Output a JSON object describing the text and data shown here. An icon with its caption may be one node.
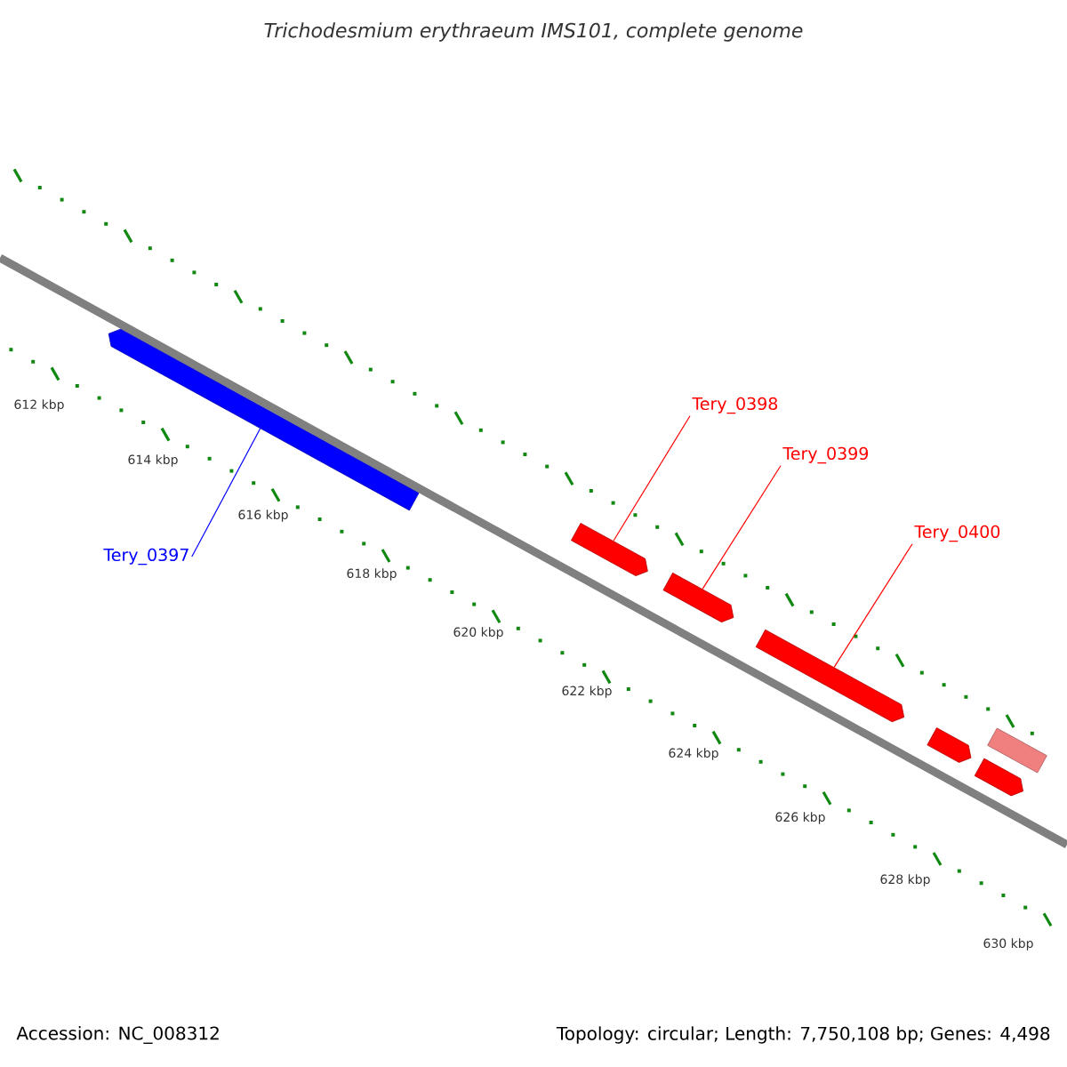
{
  "diagram": {
    "title": "Trichodesmium erythraeum IMS101, complete genome",
    "nodes": [
      {
        "text": [
          "Tery_0397"
        ]
      },
      {
        "text": [],
        "shape": "arrow"
      },
      {
        "text": [
          "Tery_0398"
        ]
      },
      {
        "text": [],
        "shape": "arrow"
      },
      {
        "text": [
          "Tery_0399"
        ]
      },
      {
        "text": [],
        "shape": "arrow"
      },
      {
        "text": [
          "Tery_0400"
        ]
      },
      {
        "text": [],
        "shape": "arrow"
      },
      {
        "text": [],
        "shape": "arrow"
      },
      {
        "text": [],
        "shape": "bar"
      },
      {
        "text": [],
        "shape": "arrow"
      }
    ],
    "edges": [
      {
        "from": 0,
        "to": 1,
        "arrow": "none",
        "color": "#0000ff"
      },
      {
        "from": 2,
        "to": 3,
        "arrow": "none"
      },
      {
        "from": 4,
        "to": 5,
        "arrow": "none"
      },
      {
        "from": 6,
        "to": 7,
        "arrow": "none"
      }
    ],
    "labels": [
      "612 kbp",
      "614 kbp",
      "616 kbp",
      "618 kbp",
      "620 kbp",
      "622 kbp",
      "624 kbp",
      "626 kbp",
      "628 kbp",
      "630 kbp",
      "Accession: NC_008312",
      "Topology: circular; Length: 7,750,108 bp; Genes: 4,498"
    ]
  }
}
